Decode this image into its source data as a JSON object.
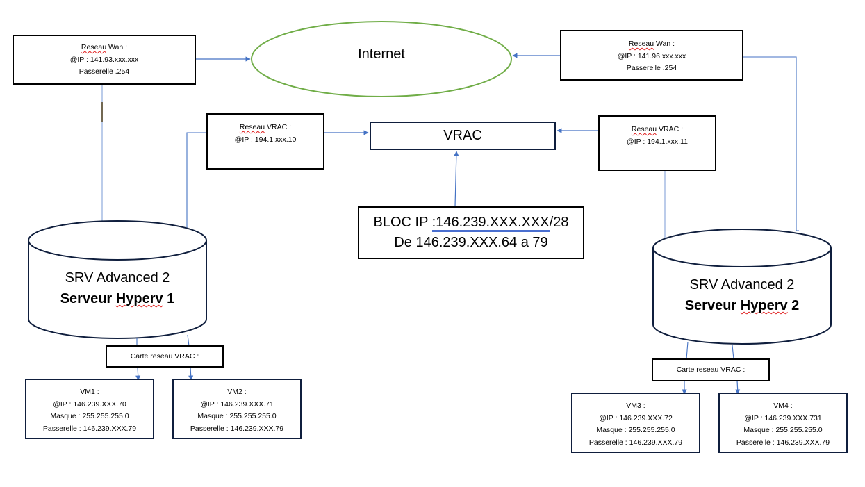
{
  "internet": {
    "label": "Internet"
  },
  "vrac": {
    "label": "VRAC"
  },
  "wan_left": {
    "title_word": "Reseau",
    "title_rest": " Wan :",
    "ip": "@IP : 141.93.xxx.xxx",
    "gateway": "Passerelle .254"
  },
  "wan_right": {
    "title_word": "Reseau",
    "title_rest": " Wan :",
    "ip": "@IP : 141.96.xxx.xxx",
    "gateway": "Passerelle .254"
  },
  "vrac_left": {
    "title_word": "Reseau",
    "title_rest": " VRAC :",
    "ip": "@IP : 194.1.xxx.10"
  },
  "vrac_right": {
    "title_word": "Reseau",
    "title_rest": " VRAC :",
    "ip": "@IP : 194.1.xxx.11"
  },
  "ip_block": {
    "prefix": "BLOC IP ",
    "range": ":146.239.XXX.XXX",
    "suffix": "/28",
    "line2": "De 146.239.XXX.64 a 79"
  },
  "server1": {
    "line1": "SRV Advanced 2",
    "line2_a": "Serveur ",
    "line2_b": "Hyperv",
    "line2_c": " 1"
  },
  "server2": {
    "line1": "SRV Advanced 2",
    "line2_a": "Serveur ",
    "line2_b": "Hyperv",
    "line2_c": " 2"
  },
  "nic1": {
    "label": "Carte reseau VRAC :"
  },
  "nic2": {
    "label": "Carte reseau VRAC :"
  },
  "vms": [
    {
      "name": "VM1 :",
      "ip": "@IP : 146.239.XXX.70",
      "mask": "Masque : 255.255.255.0",
      "gateway": "Passerelle : 146.239.XXX.79"
    },
    {
      "name": "VM2 :",
      "ip": "@IP : 146.239.XXX.71",
      "mask": "Masque : 255.255.255.0",
      "gateway": "Passerelle : 146.239.XXX.79"
    },
    {
      "name": "VM3 :",
      "ip": "@IP : 146.239.XXX.72",
      "mask": "Masque : 255.255.255.0",
      "gateway": "Passerelle : 146.239.XXX.79"
    },
    {
      "name": "VM4 :",
      "ip": "@IP : 146.239.XXX.731",
      "mask": "Masque : 255.255.255.0",
      "gateway": "Passerelle : 146.239.XXX.79"
    }
  ],
  "colors": {
    "connector": "#4472c4",
    "internet_outline": "#70ad47",
    "navy_outline": "#0f1e3d"
  }
}
